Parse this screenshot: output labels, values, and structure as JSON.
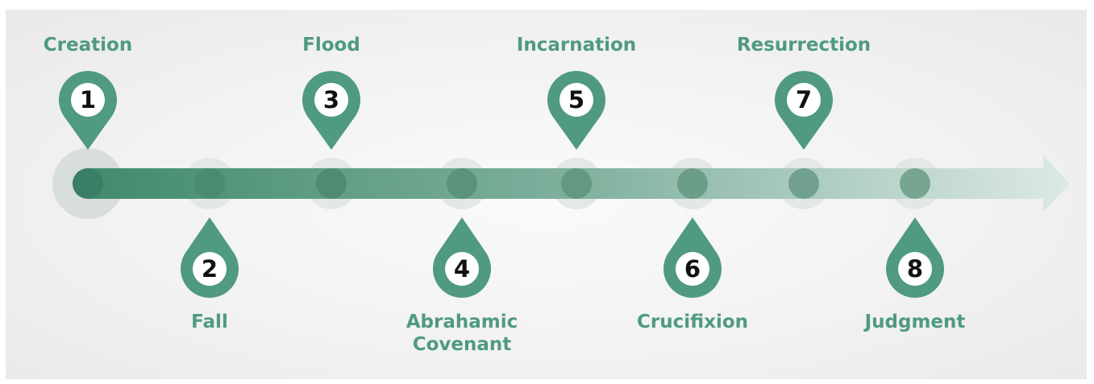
{
  "timeline": {
    "events": [
      {
        "number": "1",
        "label": "Creation",
        "position": "above"
      },
      {
        "number": "2",
        "label": "Fall",
        "position": "below"
      },
      {
        "number": "3",
        "label": "Flood",
        "position": "above"
      },
      {
        "number": "4",
        "label": "Abrahamic\nCovenant",
        "position": "below"
      },
      {
        "number": "5",
        "label": "Incarnation",
        "position": "above"
      },
      {
        "number": "6",
        "label": "Crucifixion",
        "position": "below"
      },
      {
        "number": "7",
        "label": "Resurrection",
        "position": "above"
      },
      {
        "number": "8",
        "label": "Judgment",
        "position": "below"
      }
    ],
    "colors": {
      "accent": "#4f9a80",
      "arrow_start": "#3f8a6b",
      "arrow_end": "#dce9e4",
      "label": "#4f9a80",
      "number_text": "#111111"
    }
  }
}
